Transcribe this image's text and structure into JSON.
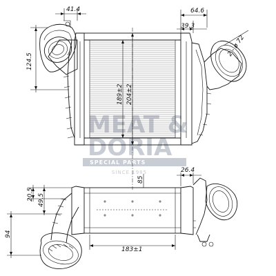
{
  "dimensions": {
    "top_left_width": "41.4",
    "top_right_width": "64.6",
    "top_right_inner": "39.3",
    "top_outlet_dia": "2 - ø 72",
    "top_inlet_height": "124.5",
    "core_height": "189±2",
    "overall_height": "204±2",
    "bottom_right_width": "26.4",
    "bottom_left_20": "20.5",
    "bottom_left_49": "49.5",
    "bottom_depth": "85",
    "bottom_left_94": "94",
    "core_width": "183±1"
  },
  "watermark": {
    "line1": "MEAT &",
    "line2": "DORIA",
    "band": "SPECIAL PARTS",
    "since": "SINCE 1985"
  },
  "colors": {
    "line": "#111111",
    "watermark": "#c8ccd4"
  }
}
